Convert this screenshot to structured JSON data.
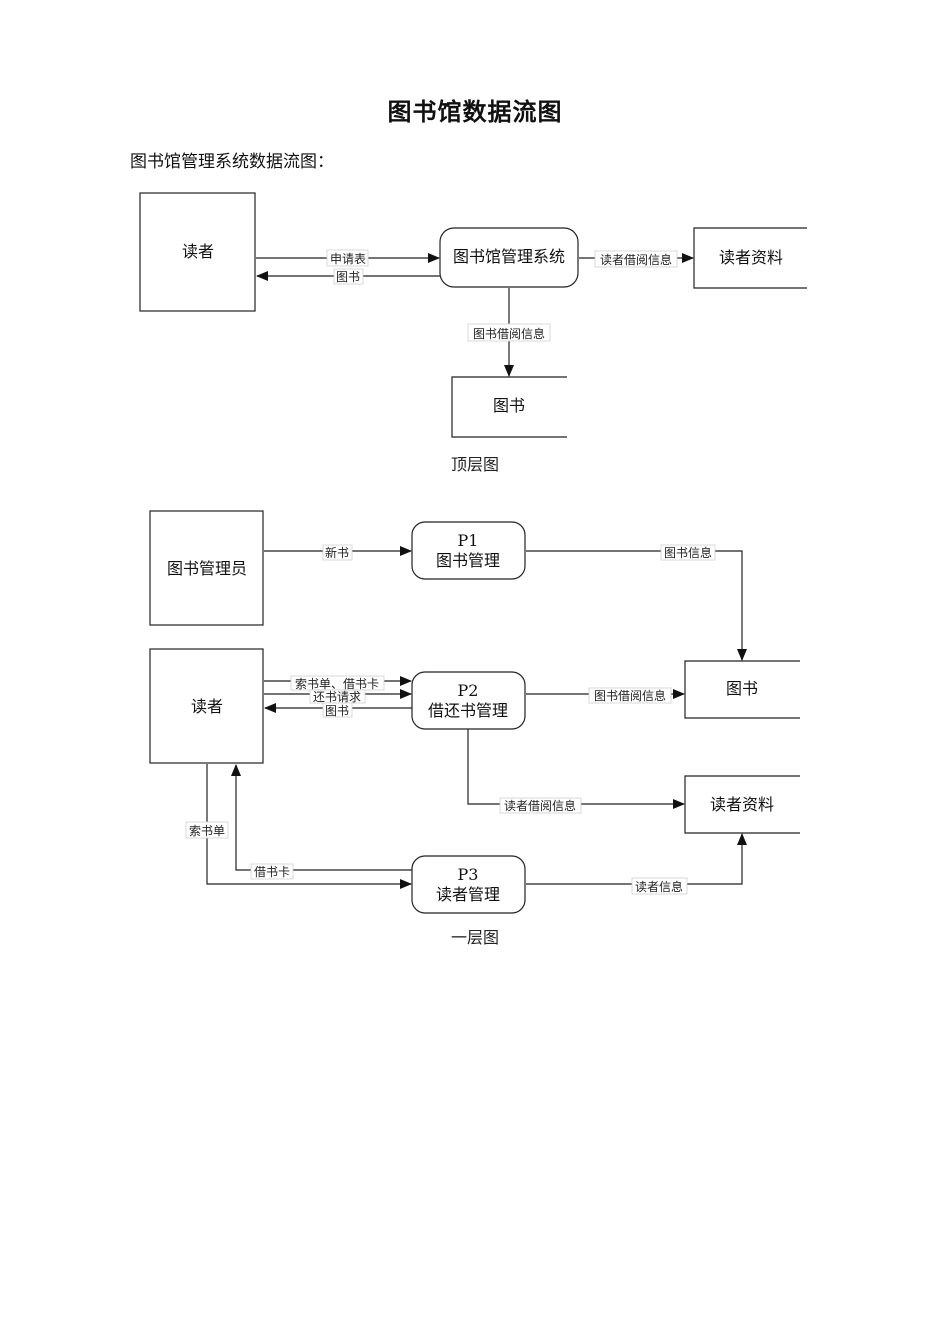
{
  "title": "图书馆数据流图",
  "intro": "图书馆管理系统数据流图：",
  "top_level": {
    "caption": "顶层图",
    "nodes": {
      "reader": "读者",
      "system": "图书馆管理系统",
      "reader_data": "读者资料",
      "books": "图书"
    },
    "flows": {
      "application": "申请表",
      "book": "图书",
      "reader_borrow_info": "读者借阅信息",
      "book_borrow_info": "图书借阅信息"
    }
  },
  "level_one": {
    "caption": "一层图",
    "nodes": {
      "librarian": "图书管理员",
      "reader": "读者",
      "p1_id": "P1",
      "p1_name": "图书管理",
      "p2_id": "P2",
      "p2_name": "借还书管理",
      "p3_id": "P3",
      "p3_name": "读者管理",
      "books": "图书",
      "reader_data": "读者资料"
    },
    "flows": {
      "new_book": "新书",
      "book_info": "图书信息",
      "request_slip_card": "索书单、借书卡",
      "return_request": "还书请求",
      "book": "图书",
      "book_borrow_info": "图书借阅信息",
      "reader_borrow_info": "读者借阅信息",
      "request_slip": "索书单",
      "library_card": "借书卡",
      "reader_info": "读者信息"
    }
  }
}
